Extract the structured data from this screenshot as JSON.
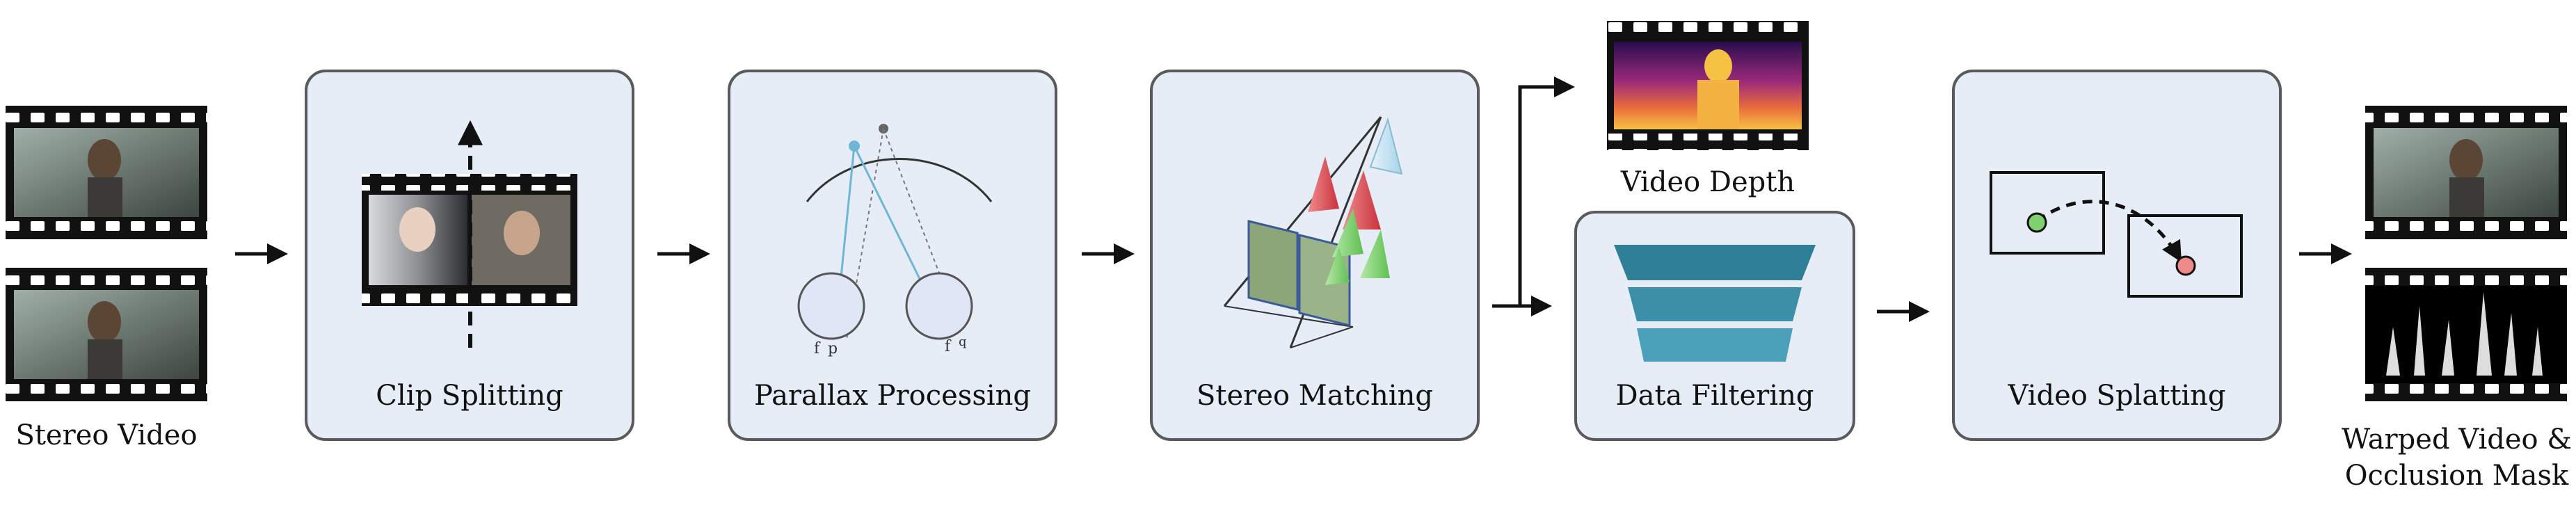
{
  "stages": {
    "input": {
      "label": "Stereo Video"
    },
    "clip": {
      "label": "Clip Splitting"
    },
    "parallax": {
      "label": "Parallax Processing",
      "left_eye_letter": "f",
      "left_point_letter": "p",
      "right_eye_letter": "f",
      "right_point_letter": "q"
    },
    "stereo": {
      "label": "Stereo Matching"
    },
    "depth": {
      "label": "Video Depth"
    },
    "filter": {
      "label": "Data Filtering"
    },
    "splat": {
      "label": "Video Splatting"
    },
    "output": {
      "label_line1": "Warped Video &",
      "label_line2": "Occlusion Mask"
    }
  },
  "colors": {
    "box_fill": "#e6edf7",
    "box_stroke": "#5a5a5a",
    "funnel": [
      "#2f7f96",
      "#3b90a8",
      "#4aa0b8"
    ],
    "blue_ray": "#6fb6d6",
    "green_point": "#7fd06e",
    "red_point": "#f08a8a"
  }
}
